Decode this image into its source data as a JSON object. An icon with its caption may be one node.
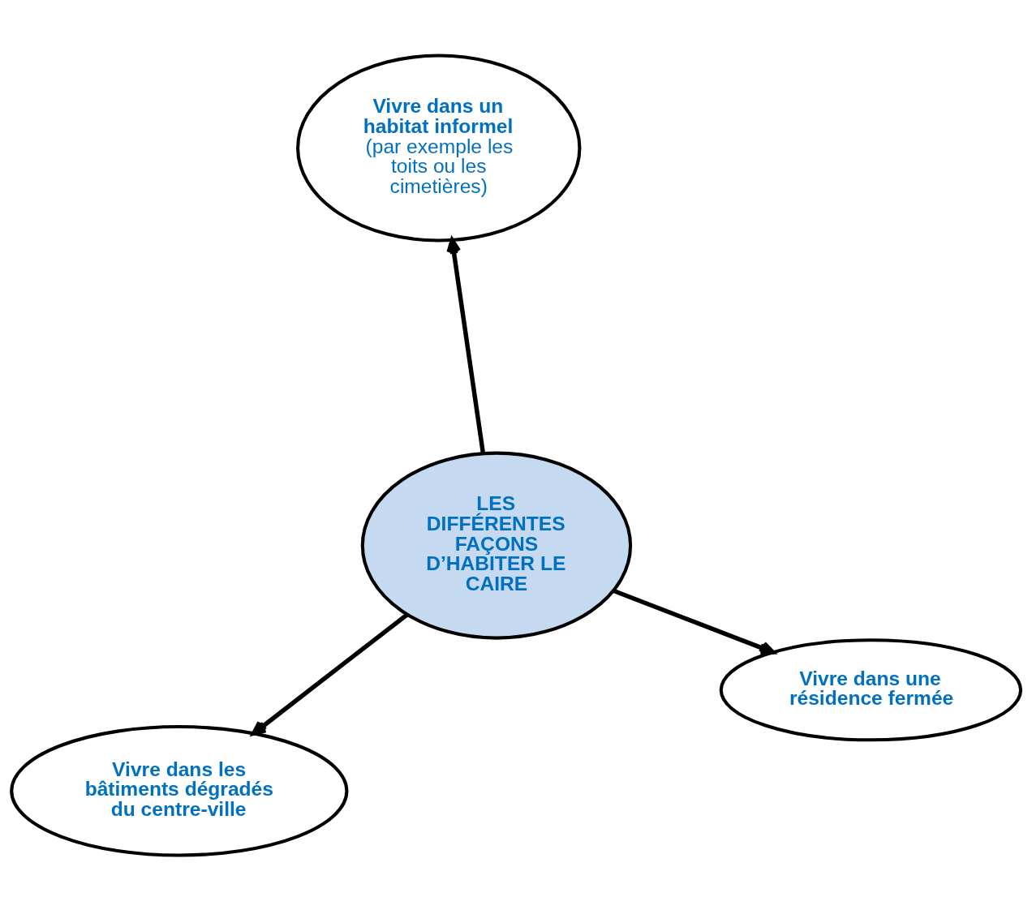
{
  "diagram": {
    "nodes": [
      {
        "text": [
          "Vivre dans les bâtiments dégradés du centre-ville"
        ]
      },
      {
        "text": [
          "Vivre dans une résidence fermée"
        ]
      },
      {
        "text": [
          "LES DIFFÉRENTES FAÇONS D’HABITER LE CAIRE"
        ]
      },
      {
        "text": [
          "Vivre dans un habitat informel",
          "(par exemple les toits ou les cimetières)"
        ]
      }
    ],
    "edges": [
      {
        "from": 2,
        "to": 0,
        "arrow": "to"
      },
      {
        "from": 2,
        "to": 1,
        "arrow": "to"
      },
      {
        "from": 2,
        "to": 3,
        "arrow": "to"
      }
    ]
  }
}
